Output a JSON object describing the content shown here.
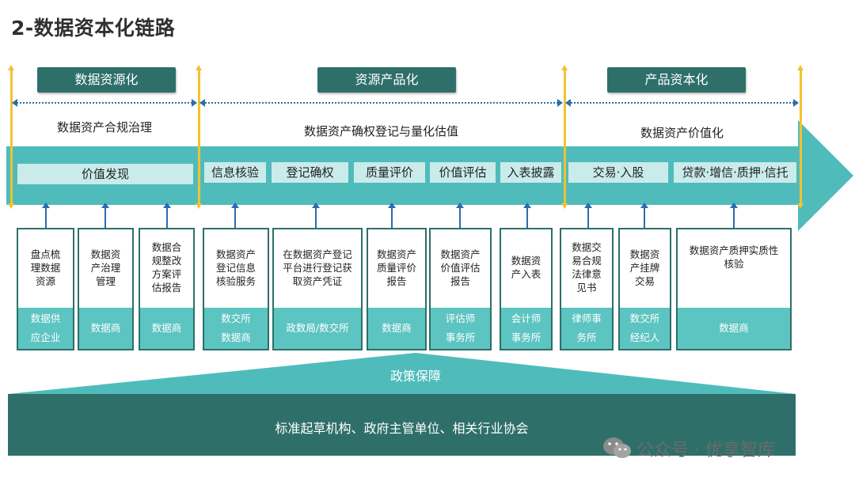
{
  "title": "2-数据资本化链路",
  "phases": [
    {
      "label": "数据资源化",
      "subtitle": "数据资产合规治理"
    },
    {
      "label": "资源产品化",
      "subtitle": "数据资产确权登记与量化估值"
    },
    {
      "label": "产品资本化",
      "subtitle": "数据资产价值化"
    }
  ],
  "steps": [
    "价值发现",
    "信息核验",
    "登记确权",
    "质量评价",
    "价值评估",
    "入表披露",
    "交易·入股",
    "贷款·增信·质押·信托"
  ],
  "cards": [
    {
      "top": "盘点梳\n理数据\n资源",
      "bottom": "数据供\n应企业"
    },
    {
      "top": "数据资\n产治理\n管理",
      "bottom": "数据商"
    },
    {
      "top": "数据合\n规整改\n方案评\n估报告",
      "bottom": "数据商"
    },
    {
      "top": "数据资产\n登记信息\n核验服务",
      "bottom": "数交所\n数据商"
    },
    {
      "top": "在数据资产登记\n平台进行登记获\n取资产凭证",
      "bottom": "政数局/数交所"
    },
    {
      "top": "数据资产\n质量评价\n报告",
      "bottom": "数据商"
    },
    {
      "top": "数据资产\n价值评估\n报告",
      "bottom": "评估师\n事务所"
    },
    {
      "top": "数据资\n产入表",
      "bottom": "会计师\n事务所"
    },
    {
      "top": "数据交\n易合规\n法律意\n见书",
      "bottom": "律师事\n务所"
    },
    {
      "top": "数据资\n产挂牌\n交易",
      "bottom": "数交所\n经纪人"
    },
    {
      "top": "数据资产质押实质性\n核验",
      "bottom": "数据商"
    }
  ],
  "policy": "政策保障",
  "base": "标准起草机构、政府主管单位、相关行业协会",
  "watermark": "公众号 · 优享智库",
  "colors": {
    "dark_teal": "#2e6f6a",
    "band_teal": "#4fbcbb",
    "light_teal": "#c9ebea",
    "card_footer": "#5cc4c1",
    "gold": "#f2c230",
    "blue": "#2b6cb0"
  }
}
